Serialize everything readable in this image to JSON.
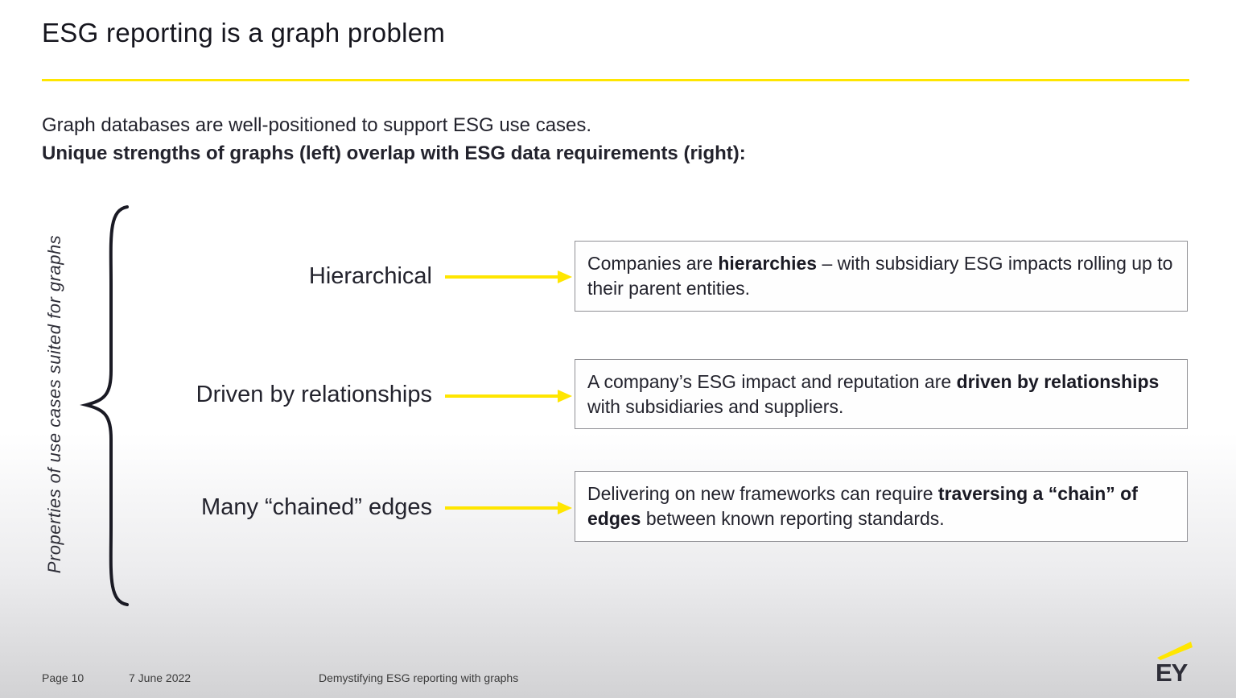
{
  "slide": {
    "title": "ESG reporting is a graph problem",
    "intro_line1": "Graph databases are well-positioned to support ESG use cases.",
    "intro_line2": "Unique strengths of graphs (left) overlap with ESG data requirements (right):",
    "side_label": "Properties of use cases suited for graphs",
    "rows": [
      {
        "label": "Hierarchical",
        "segments": [
          {
            "text": "Companies are ",
            "bold": false
          },
          {
            "text": "hierarchies",
            "bold": true
          },
          {
            "text": " – with subsidiary ESG impacts rolling up to their parent entities.",
            "bold": false
          }
        ]
      },
      {
        "label": "Driven by relationships",
        "segments": [
          {
            "text": "A company’s ESG impact and reputation are ",
            "bold": false
          },
          {
            "text": "driven by relationships",
            "bold": true
          },
          {
            "text": " with subsidiaries and suppliers.",
            "bold": false
          }
        ]
      },
      {
        "label": "Many “chained” edges",
        "segments": [
          {
            "text": "Delivering on new frameworks can require ",
            "bold": false
          },
          {
            "text": "traversing a “chain” of edges",
            "bold": true
          },
          {
            "text": " between known reporting standards.",
            "bold": false
          }
        ]
      }
    ],
    "footer": {
      "page": "Page 10",
      "date": "7 June 2022",
      "doc_title": "Demystifying ESG reporting with graphs"
    },
    "logo_text": "EY",
    "colors": {
      "accent_yellow": "#ffe600",
      "text_dark": "#2e2e38",
      "box_border": "#8f8f94"
    }
  }
}
